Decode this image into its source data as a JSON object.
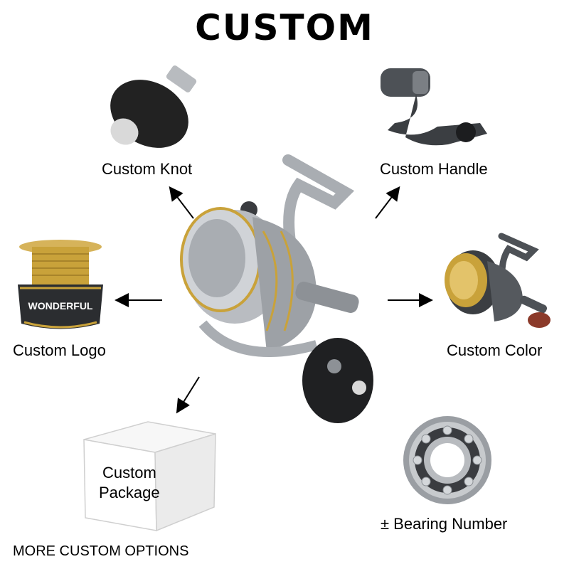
{
  "title": "CUSTOM",
  "labels": {
    "knot": "Custom Knot",
    "handle": "Custom Handle",
    "logo": "Custom Logo",
    "color": "Custom Color",
    "package_line1": "Custom",
    "package_line2": "Package",
    "bearing": "± Bearing Number",
    "spool_logo": "WONDERFUL"
  },
  "footer": "MORE CUSTOM OPTIONS",
  "colors": {
    "gold": "#c9a23a",
    "silver": "#a9adb2",
    "dark": "#2b2d30",
    "handle_wood": "#8b3a2a"
  }
}
